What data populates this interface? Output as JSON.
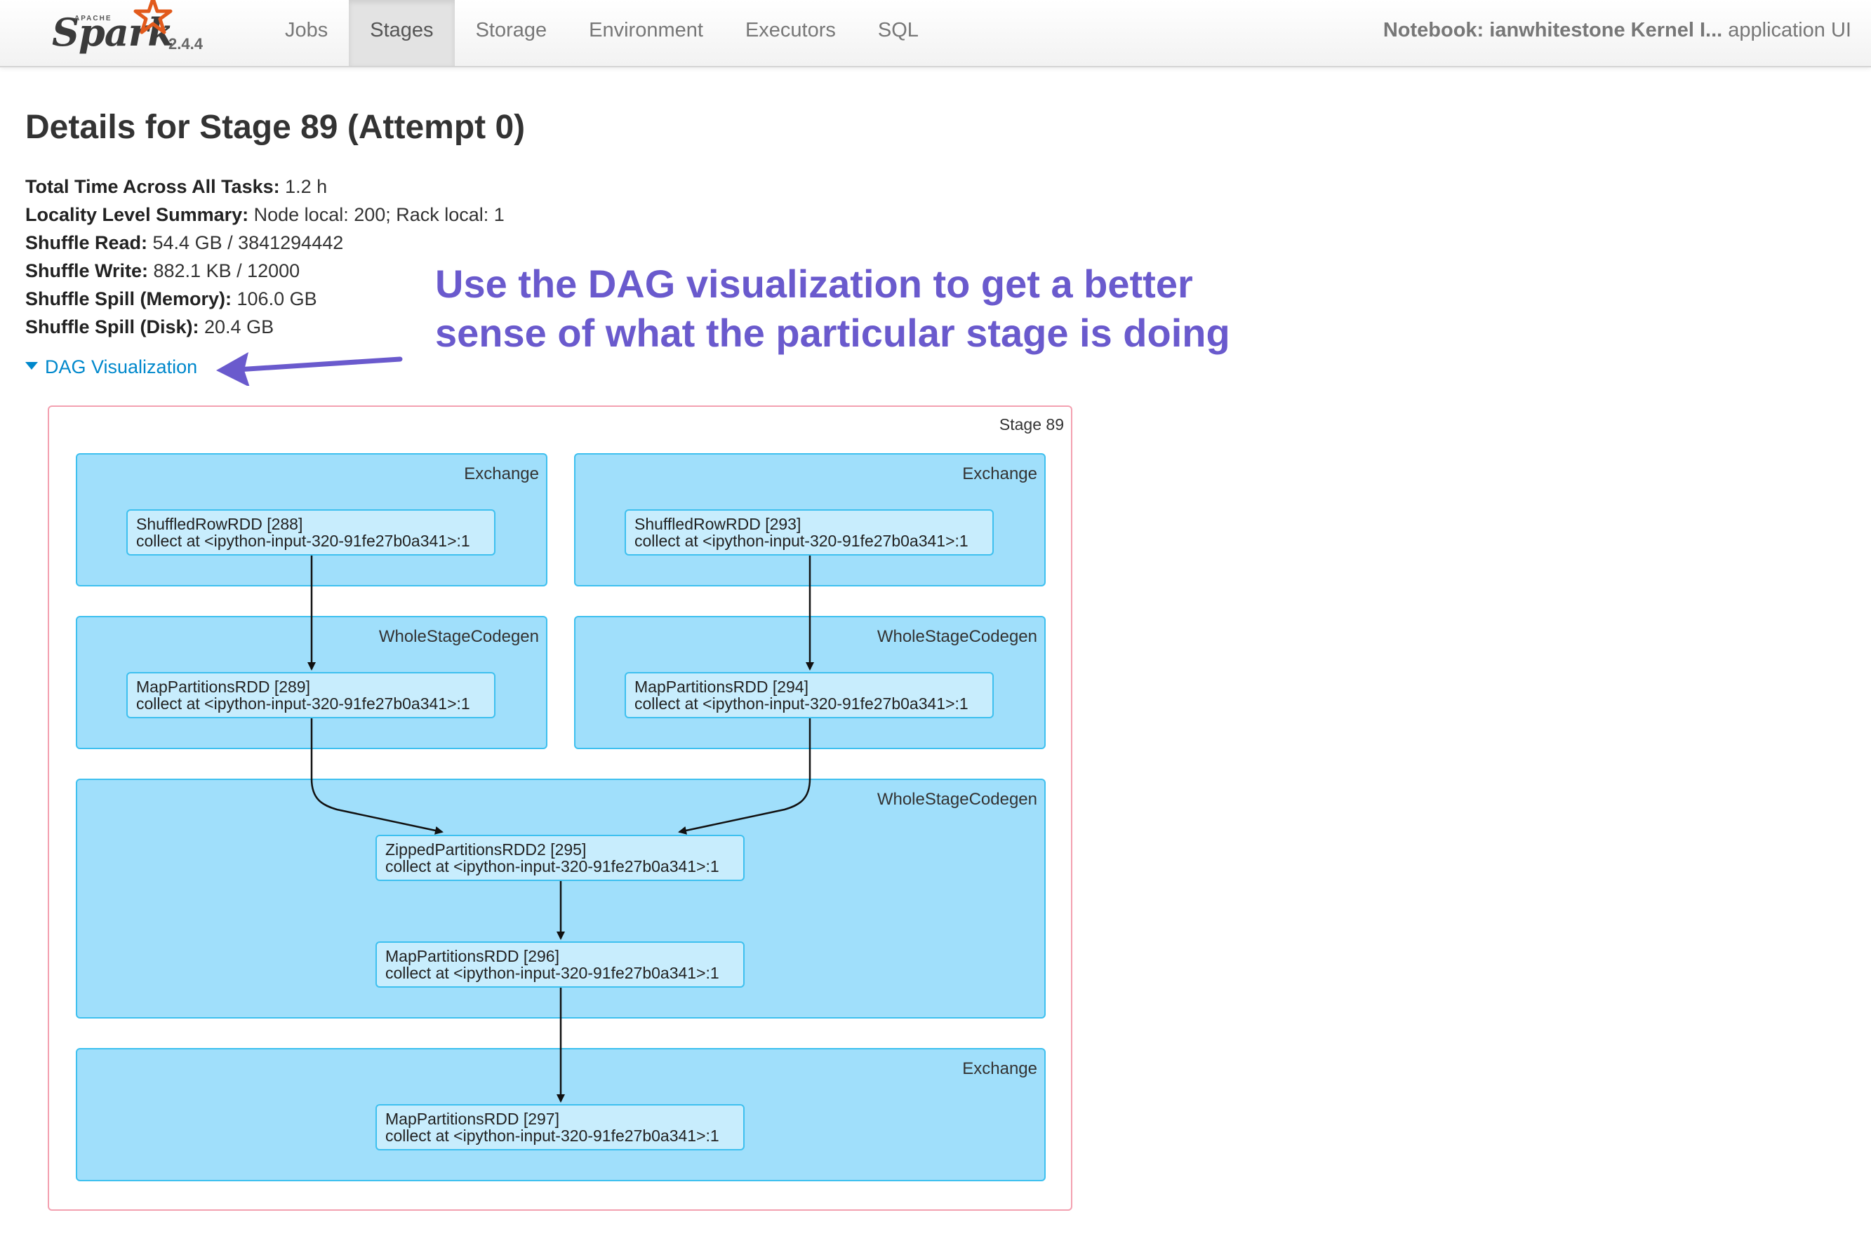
{
  "navbar": {
    "brand": {
      "apache": "APACHE",
      "name": "Spark",
      "version": "2.4.4"
    },
    "tabs": [
      {
        "label": "Jobs",
        "active": false
      },
      {
        "label": "Stages",
        "active": true
      },
      {
        "label": "Storage",
        "active": false
      },
      {
        "label": "Environment",
        "active": false
      },
      {
        "label": "Executors",
        "active": false
      },
      {
        "label": "SQL",
        "active": false
      }
    ],
    "app_title": "Notebook: ianwhitestone Kernel I...",
    "app_suffix": " application UI"
  },
  "page": {
    "title": "Details for Stage 89 (Attempt 0)",
    "summary": [
      {
        "label": "Total Time Across All Tasks:",
        "value": " 1.2 h"
      },
      {
        "label": "Locality Level Summary:",
        "value": " Node local: 200; Rack local: 1"
      },
      {
        "label": "Shuffle Read:",
        "value": " 54.4 GB / 3841294442"
      },
      {
        "label": "Shuffle Write:",
        "value": " 882.1 KB / 12000"
      },
      {
        "label": "Shuffle Spill (Memory):",
        "value": " 106.0 GB"
      },
      {
        "label": "Shuffle Spill (Disk):",
        "value": " 20.4 GB"
      }
    ],
    "dag_toggle": "DAG Visualization"
  },
  "annotation": {
    "line1": "Use the DAG visualization to get a better",
    "line2": "sense of what the particular stage is doing",
    "color": "#6a5acd"
  },
  "dag": {
    "stage_label": "Stage 89",
    "clusters": [
      {
        "label": "Exchange"
      },
      {
        "label": "Exchange"
      },
      {
        "label": "WholeStageCodegen"
      },
      {
        "label": "WholeStageCodegen"
      },
      {
        "label": "WholeStageCodegen"
      },
      {
        "label": "Exchange"
      }
    ],
    "nodes": [
      {
        "name": "ShuffledRowRDD [288]",
        "callsite": "collect at <ipython-input-320-91fe27b0a341>:1"
      },
      {
        "name": "ShuffledRowRDD [293]",
        "callsite": "collect at <ipython-input-320-91fe27b0a341>:1"
      },
      {
        "name": "MapPartitionsRDD [289]",
        "callsite": "collect at <ipython-input-320-91fe27b0a341>:1"
      },
      {
        "name": "MapPartitionsRDD [294]",
        "callsite": "collect at <ipython-input-320-91fe27b0a341>:1"
      },
      {
        "name": "ZippedPartitionsRDD2 [295]",
        "callsite": "collect at <ipython-input-320-91fe27b0a341>:1"
      },
      {
        "name": "MapPartitionsRDD [296]",
        "callsite": "collect at <ipython-input-320-91fe27b0a341>:1"
      },
      {
        "name": "MapPartitionsRDD [297]",
        "callsite": "collect at <ipython-input-320-91fe27b0a341>:1"
      }
    ],
    "colors": {
      "cluster_fill": "#a0dffb",
      "cluster_border": "#3ec0ef",
      "node_fill": "#c8edfd",
      "stage_border": "#f3a0b0"
    }
  }
}
